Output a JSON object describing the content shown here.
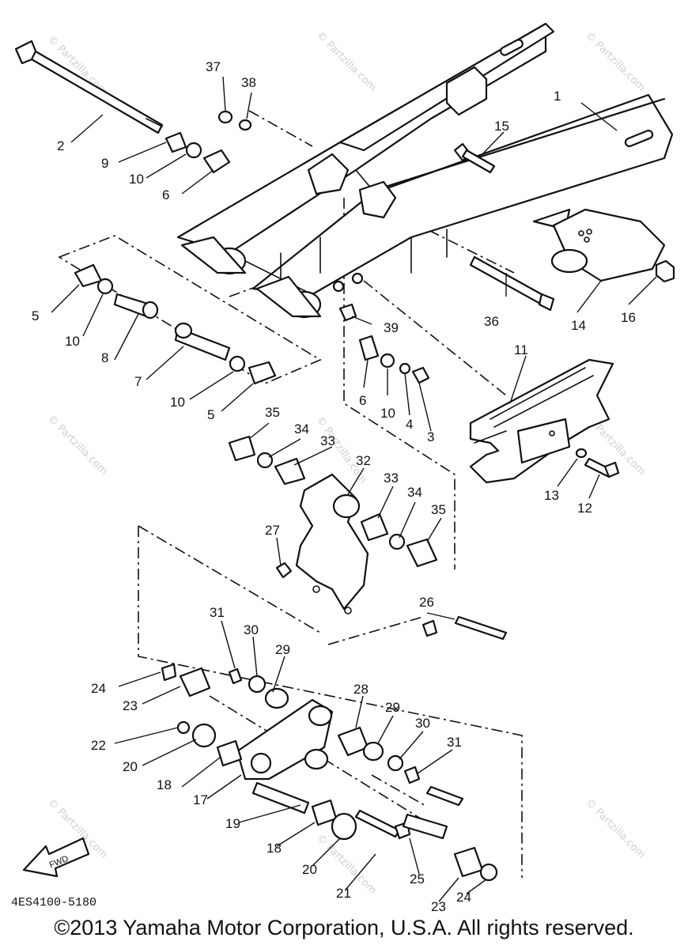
{
  "diagram_code": "4ES4100-5180",
  "copyright": "©2013 Yamaha Motor Corporation, U.S.A. All rights reserved.",
  "watermark": "© Partzilla.com",
  "fwd_label": "FWD",
  "callouts": {
    "p1": "1",
    "p2": "2",
    "p3": "3",
    "p4": "4",
    "p5a": "5",
    "p5b": "5",
    "p6a": "6",
    "p6b": "6",
    "p7": "7",
    "p8": "8",
    "p9": "9",
    "p10a": "10",
    "p10b": "10",
    "p10c": "10",
    "p10d": "10",
    "p11": "11",
    "p12": "12",
    "p13": "13",
    "p14": "14",
    "p15": "15",
    "p16": "16",
    "p17": "17",
    "p18a": "18",
    "p18b": "18",
    "p19": "19",
    "p20a": "20",
    "p20b": "20",
    "p21": "21",
    "p22": "22",
    "p23a": "23",
    "p23b": "23",
    "p24a": "24",
    "p24b": "24",
    "p25": "25",
    "p26": "26",
    "p27": "27",
    "p28": "28",
    "p29a": "29",
    "p29b": "29",
    "p30a": "30",
    "p30b": "30",
    "p31a": "31",
    "p31b": "31",
    "p32": "32",
    "p33a": "33",
    "p33b": "33",
    "p34a": "34",
    "p34b": "34",
    "p35a": "35",
    "p35b": "35",
    "p36": "36",
    "p37": "37",
    "p38": "38",
    "p39": "39"
  }
}
